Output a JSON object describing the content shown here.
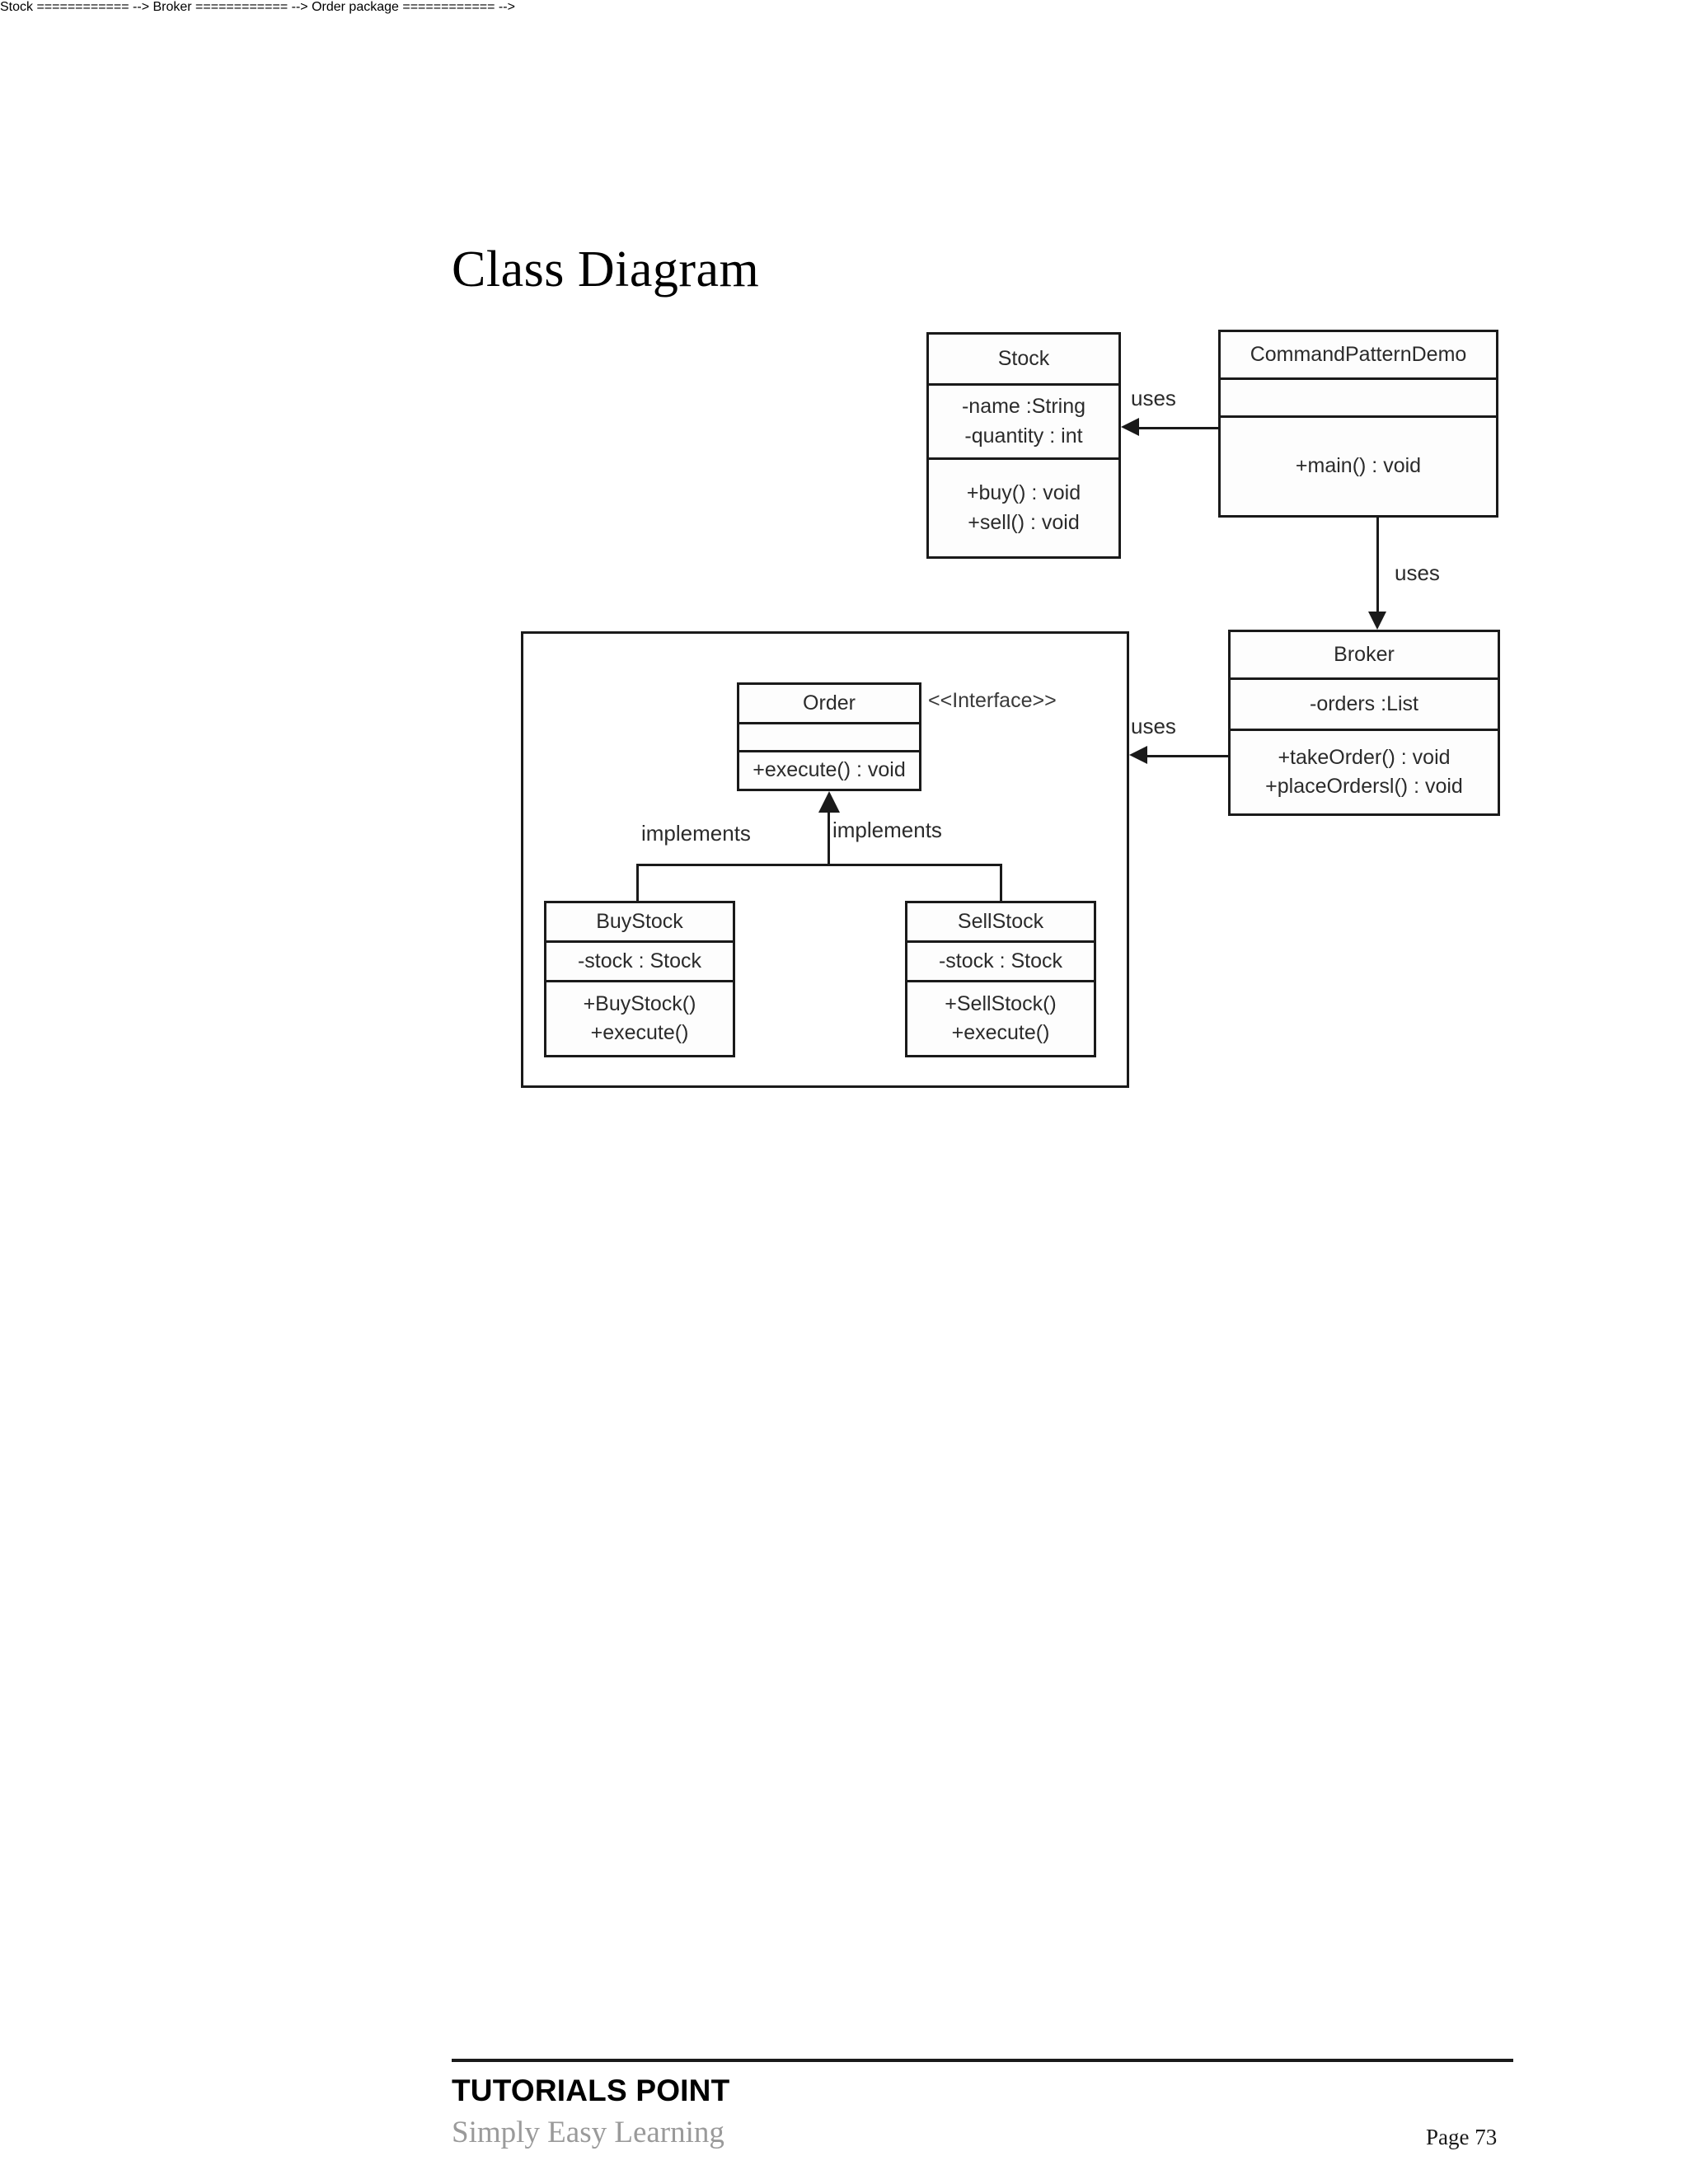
{
  "page": {
    "title": "Class Diagram"
  },
  "footer": {
    "brand": "TUTORIALS POINT",
    "tagline": "Simply Easy Learning",
    "page_number": "Page 73"
  },
  "diagram": {
    "type": "uml-class-diagram",
    "classes": [
      {
        "id": "stock",
        "name": "Stock",
        "attributes": [
          "-name :String",
          "-quantity : int"
        ],
        "operations": [
          "+buy() : void",
          "+sell() : void"
        ]
      },
      {
        "id": "command-pattern-demo",
        "name": "CommandPatternDemo",
        "attributes": [],
        "operations": [
          "+main() : void"
        ]
      },
      {
        "id": "broker",
        "name": "Broker",
        "attributes": [
          "-orders :List"
        ],
        "operations": [
          "+takeOrder() : void",
          "+placeOrdersl() : void"
        ]
      },
      {
        "id": "order",
        "name": "Order",
        "stereotype": "<<Interface>>",
        "attributes": [],
        "operations": [
          "+execute() : void"
        ]
      },
      {
        "id": "buy-stock",
        "name": "BuyStock",
        "attributes": [
          "-stock : Stock"
        ],
        "operations": [
          "+BuyStock()",
          "+execute()"
        ]
      },
      {
        "id": "sell-stock",
        "name": "SellStock",
        "attributes": [
          "-stock : Stock"
        ],
        "operations": [
          "+SellStock()",
          "+execute()"
        ]
      }
    ],
    "relationships": [
      {
        "id": "demo-uses-stock",
        "from": "command-pattern-demo",
        "to": "stock",
        "label": "uses"
      },
      {
        "id": "demo-uses-broker",
        "from": "command-pattern-demo",
        "to": "broker",
        "label": "uses"
      },
      {
        "id": "broker-uses-order",
        "from": "broker",
        "to": "order",
        "label": "uses"
      },
      {
        "id": "buystock-implements-order",
        "from": "buy-stock",
        "to": "order",
        "label": "implements"
      },
      {
        "id": "sellstock-implements-order",
        "from": "sell-stock",
        "to": "order",
        "label": "implements"
      }
    ]
  }
}
